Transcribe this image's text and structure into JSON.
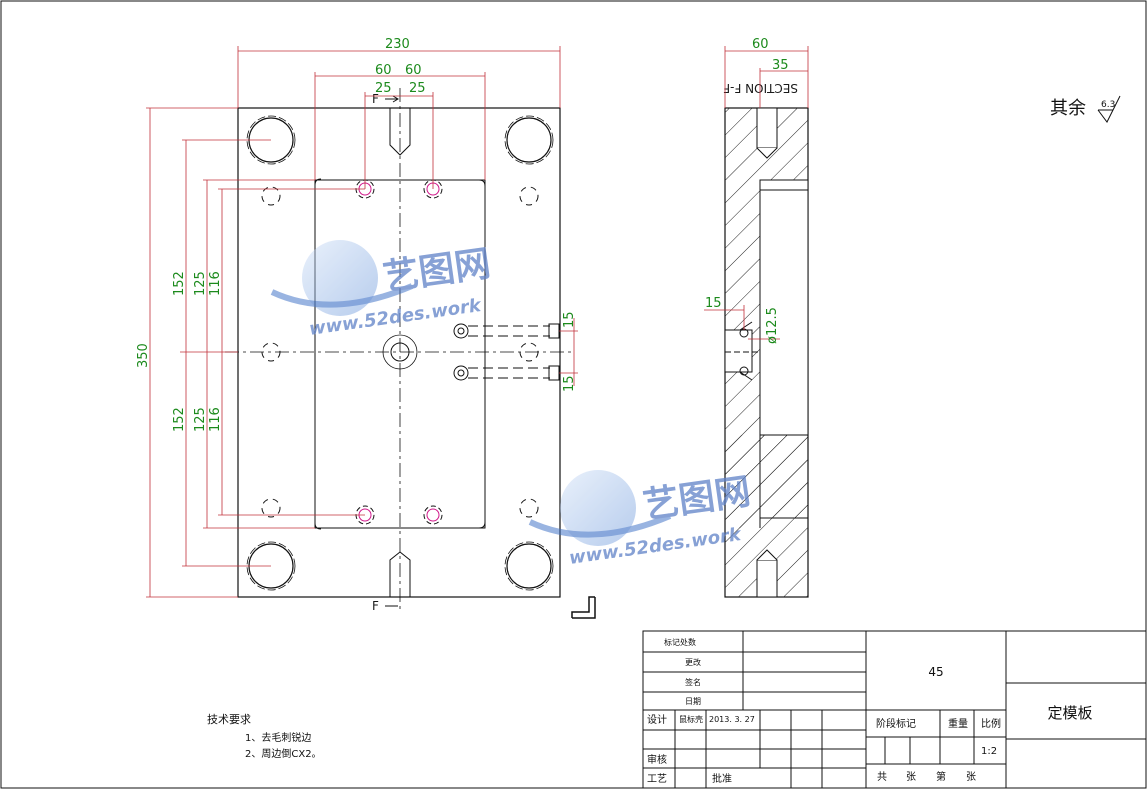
{
  "drawing": {
    "dims_front": {
      "width": "230",
      "inner_left": "60",
      "inner_right": "60",
      "pin_left": "25",
      "pin_right": "25",
      "height": "350",
      "v152_top": "152",
      "v125_top": "125",
      "v116_top": "116",
      "v152_bot": "152",
      "v125_bot": "125",
      "v116_bot": "116",
      "water_top": "15",
      "water_bot": "15"
    },
    "dims_side": {
      "thickness": "60",
      "half": "35",
      "water_offset": "15",
      "water_dia": "ø12.5"
    },
    "section_marks": {
      "top": "F",
      "bottom": "F",
      "side_label": "SECTION F-F"
    },
    "surface_finish": {
      "label": "其余",
      "value": "6.3"
    },
    "tech_requirements": {
      "title": "技术要求",
      "line1": "1、去毛刺锐边",
      "line2": "2、周边倒CX2。"
    },
    "title_block": {
      "material": "45",
      "part_name": "定模板",
      "design_label": "设计",
      "designer": "鼠标壳",
      "date": "2013. 3. 27",
      "review_label": "审核",
      "process_label": "工艺",
      "approve_label": "批准",
      "stage_label": "阶段标记",
      "weight_label": "重量",
      "scale_label": "比例",
      "scale": "1:2",
      "total_label": "共",
      "sheet_label": "张",
      "page_label": "第",
      "page_sheet_label": "张",
      "rev_rows": [
        "标记处数",
        "更改",
        "签名",
        "日期"
      ]
    },
    "watermark": {
      "brand": "艺图网",
      "url": "www.52des.work"
    }
  }
}
